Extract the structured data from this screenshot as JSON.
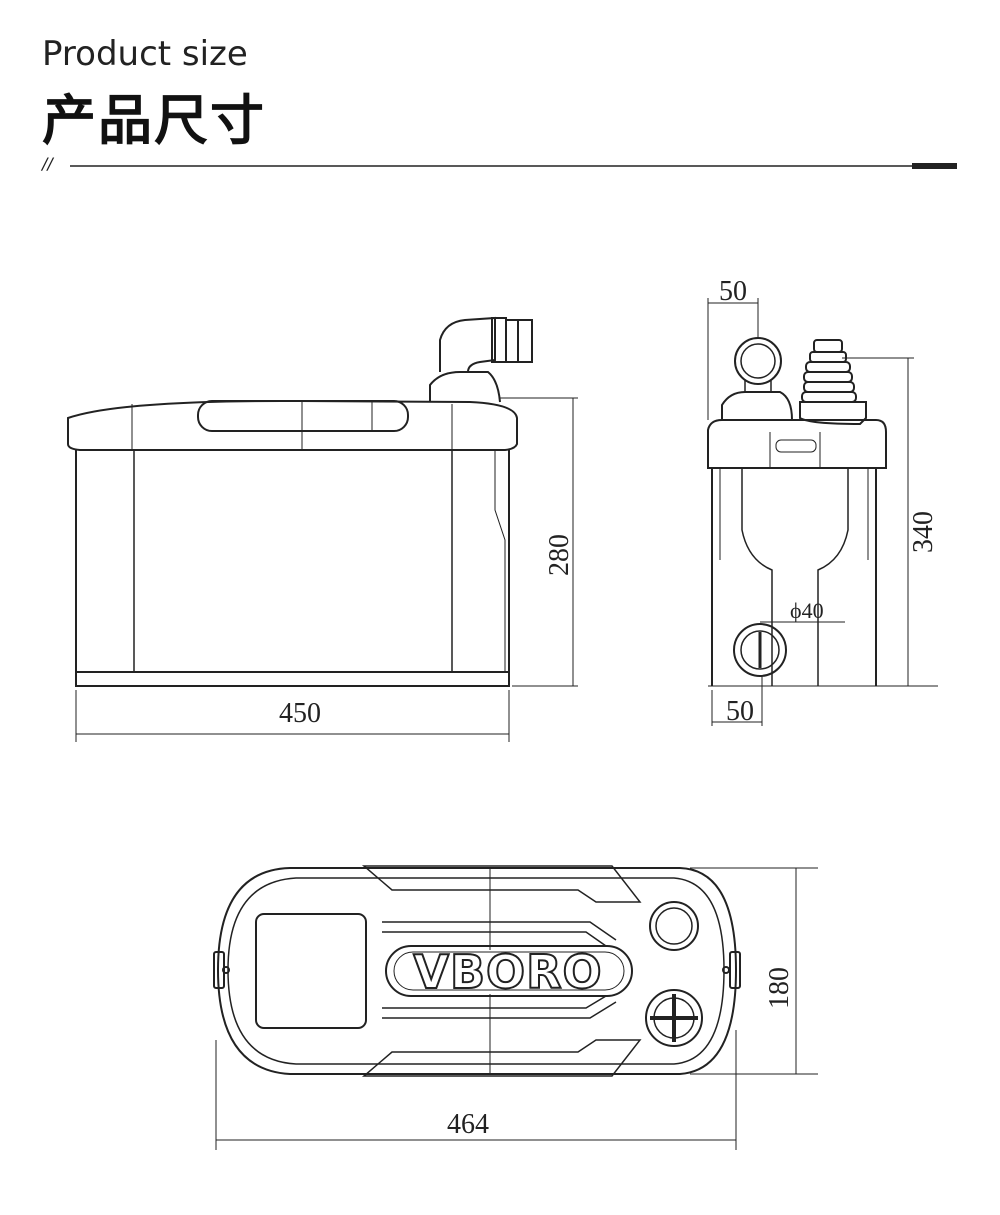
{
  "header": {
    "title_en": "Product size",
    "title_cn": "产品尺寸",
    "divider_mark": "//"
  },
  "front_view": {
    "width_label": "450",
    "height_label": "280"
  },
  "side_view": {
    "top_offset_label": "50",
    "height_label": "340",
    "diameter_label": "ϕ40",
    "bottom_offset_label": "50"
  },
  "top_view": {
    "logo_text": "VBORO",
    "width_label": "464",
    "depth_label": "180"
  },
  "colors": {
    "line": "#222222",
    "background": "#ffffff"
  }
}
